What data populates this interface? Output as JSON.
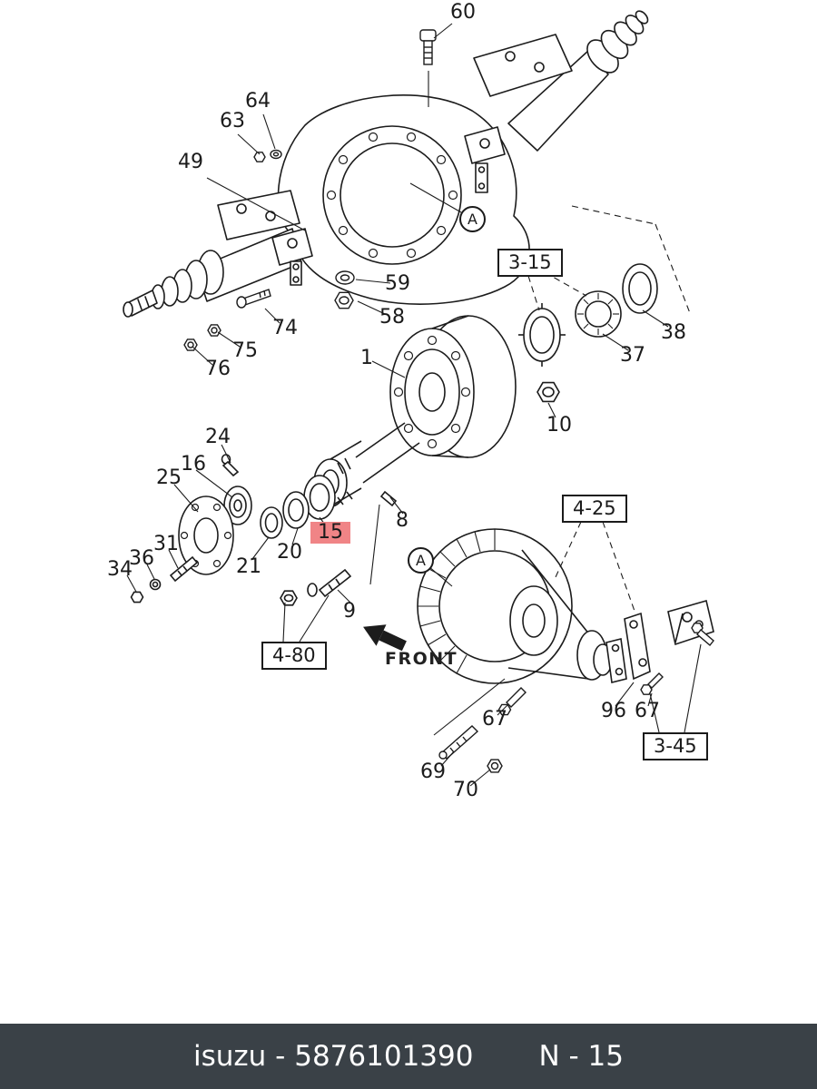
{
  "page": {
    "background": "#ffffff"
  },
  "diagram": {
    "description": "Isuzu rear axle exploded parts diagram",
    "highlight_color": "#f08486",
    "labels": [
      {
        "text": "60"
      },
      {
        "text": "64"
      },
      {
        "text": "63"
      },
      {
        "text": "49"
      },
      {
        "text": "A"
      },
      {
        "text": "3-15"
      },
      {
        "text": "59"
      },
      {
        "text": "58"
      },
      {
        "text": "74"
      },
      {
        "text": "38"
      },
      {
        "text": "37"
      },
      {
        "text": "75"
      },
      {
        "text": "76"
      },
      {
        "text": "1"
      },
      {
        "text": "10"
      },
      {
        "text": "24"
      },
      {
        "text": "16"
      },
      {
        "text": "25"
      },
      {
        "text": "31"
      },
      {
        "text": "36"
      },
      {
        "text": "34"
      },
      {
        "text": "21"
      },
      {
        "text": "20"
      },
      {
        "text": "15",
        "highlighted": true
      },
      {
        "text": "8"
      },
      {
        "text": "4-25"
      },
      {
        "text": "A"
      },
      {
        "text": "9"
      },
      {
        "text": "4-80"
      },
      {
        "text": "FRONT"
      },
      {
        "text": "67"
      },
      {
        "text": "96"
      },
      {
        "text": "67"
      },
      {
        "text": "3-45"
      },
      {
        "text": "69"
      },
      {
        "text": "70"
      }
    ]
  },
  "footer": {
    "brand": "isuzu",
    "part_number": "5876101390",
    "left_text": "isuzu - 5876101390",
    "page_code": "N - 15",
    "bg_color": "#3a4147",
    "text_color": "#ffffff"
  }
}
